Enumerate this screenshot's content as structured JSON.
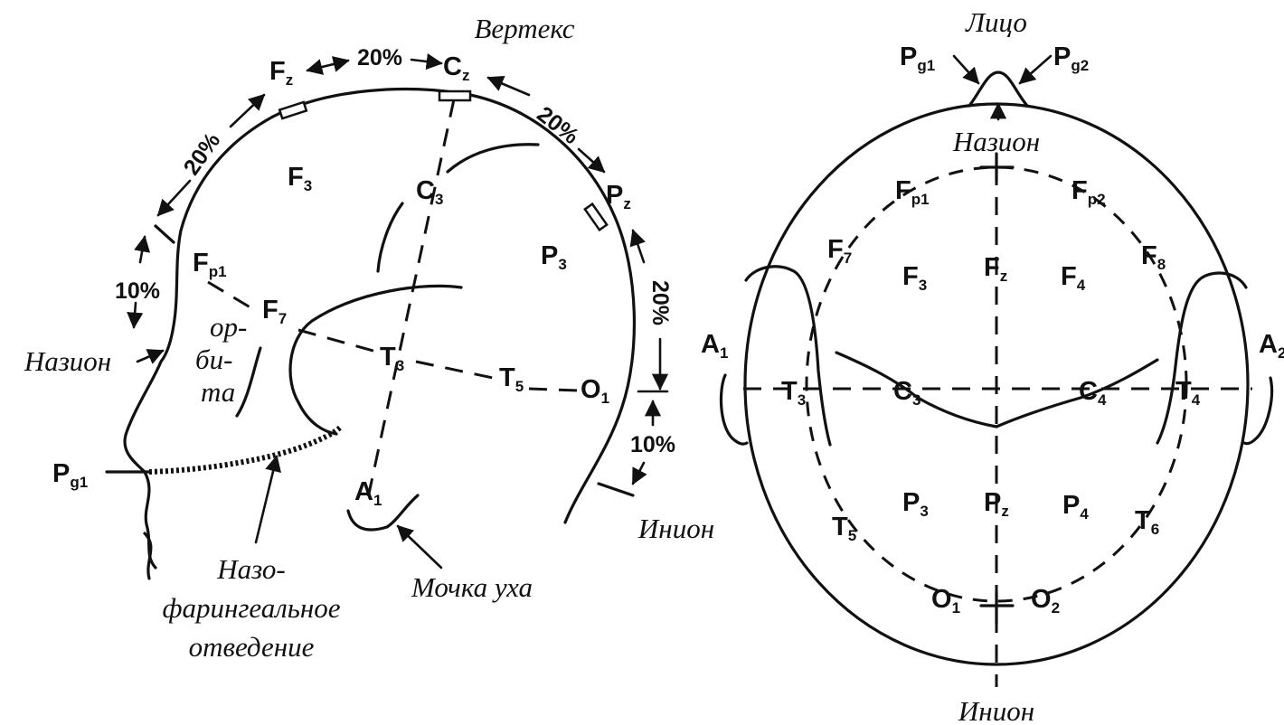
{
  "side": {
    "vertex": "Вертекс",
    "nasion": "Назион",
    "inion": "Инион",
    "orbit": [
      "ор-",
      "би-",
      "та"
    ],
    "earlobe": "Мочка уха",
    "nasopharyngeal": [
      "Назо-",
      "фарингеальное",
      "отведение"
    ],
    "percents": {
      "fz_cz": "20%",
      "fp_fz": "20%",
      "cz_pz": "20%",
      "pz_o": "20%",
      "nasion_fp": "10%",
      "o_inion": "10%"
    },
    "electrodes": {
      "fz": {
        "b": "F",
        "s": "z"
      },
      "cz": {
        "b": "C",
        "s": "z"
      },
      "pz": {
        "b": "P",
        "s": "z"
      },
      "f3": {
        "b": "F",
        "s": "3"
      },
      "c3": {
        "b": "C",
        "s": "3"
      },
      "p3": {
        "b": "P",
        "s": "3"
      },
      "fp1": {
        "b": "F",
        "s": "p1"
      },
      "f7": {
        "b": "F",
        "s": "7"
      },
      "t3": {
        "b": "T",
        "s": "3"
      },
      "t5": {
        "b": "T",
        "s": "5"
      },
      "o1": {
        "b": "O",
        "s": "1"
      },
      "a1": {
        "b": "A",
        "s": "1"
      },
      "pg1": {
        "b": "P",
        "s": "g1"
      }
    }
  },
  "top": {
    "face": "Лицо",
    "nasion": "Назион",
    "inion": "Инион",
    "electrodes": {
      "pg1": {
        "b": "P",
        "s": "g1"
      },
      "pg2": {
        "b": "P",
        "s": "g2"
      },
      "fp1": {
        "b": "F",
        "s": "p1"
      },
      "fp2": {
        "b": "F",
        "s": "p2"
      },
      "f7": {
        "b": "F",
        "s": "7"
      },
      "f8": {
        "b": "F",
        "s": "8"
      },
      "f3": {
        "b": "F",
        "s": "3"
      },
      "fz": {
        "b": "F",
        "s": "z"
      },
      "f4": {
        "b": "F",
        "s": "4"
      },
      "a1": {
        "b": "A",
        "s": "1"
      },
      "a2": {
        "b": "A",
        "s": "2"
      },
      "t3": {
        "b": "T",
        "s": "3"
      },
      "c3": {
        "b": "C",
        "s": "3"
      },
      "c4": {
        "b": "C",
        "s": "4"
      },
      "t4": {
        "b": "T",
        "s": "4"
      },
      "p3": {
        "b": "P",
        "s": "3"
      },
      "pz": {
        "b": "P",
        "s": "z"
      },
      "p4": {
        "b": "P",
        "s": "4"
      },
      "t5": {
        "b": "T",
        "s": "5"
      },
      "t6": {
        "b": "T",
        "s": "6"
      },
      "o1": {
        "b": "O",
        "s": "1"
      },
      "o2": {
        "b": "O",
        "s": "2"
      }
    }
  }
}
